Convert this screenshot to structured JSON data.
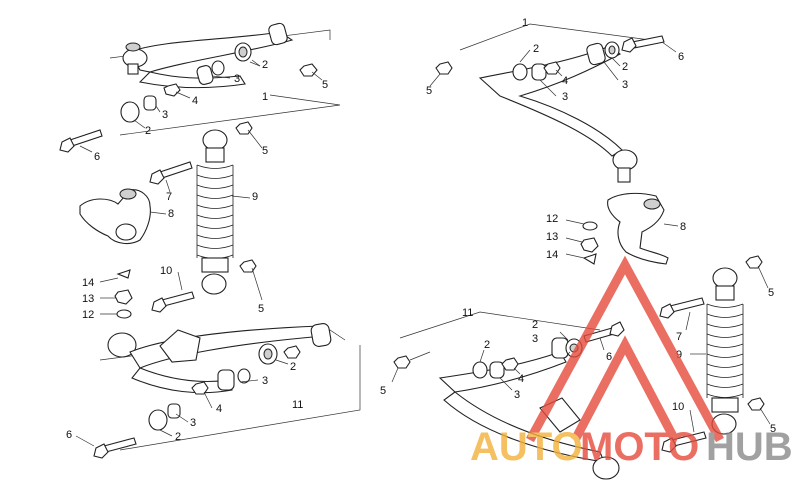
{
  "diagram": {
    "left_assembly": {
      "callouts": {
        "c1": "1",
        "c2a": "2",
        "c2b": "2",
        "c3a": "3",
        "c3b": "3",
        "c4": "4",
        "c5a": "5",
        "c5b": "5",
        "c6": "6",
        "c7": "7",
        "c8": "8",
        "c9": "9",
        "c10": "10",
        "c5c": "5",
        "c14": "14",
        "c13": "13",
        "c12": "12",
        "c2c": "2",
        "c3c": "3",
        "c4b": "4",
        "c3d": "3",
        "c2d": "2",
        "c11": "11",
        "c6b": "6"
      }
    },
    "right_assembly": {
      "callouts": {
        "c1": "1",
        "c2a": "2",
        "c4": "4",
        "c3a": "3",
        "c2b": "2",
        "c3b": "3",
        "c5a": "5",
        "c6": "6",
        "c8": "8",
        "c12": "12",
        "c13": "13",
        "c14": "14",
        "c11": "11",
        "c2c": "2",
        "c3c": "3",
        "c6b": "6",
        "c2d": "2",
        "c4b": "4",
        "c3d": "3",
        "c5b": "5",
        "c7": "7",
        "c9": "9",
        "c5c": "5",
        "c10": "10",
        "c5d": "5"
      }
    }
  },
  "watermark": {
    "brand_first": "AUTO",
    "brand_middle": "MOTO",
    "brand_last": "HUB",
    "color_primary": "#e64a3c",
    "color_secondary": "#f2b13a",
    "color_tertiary": "#8a8a8a"
  }
}
